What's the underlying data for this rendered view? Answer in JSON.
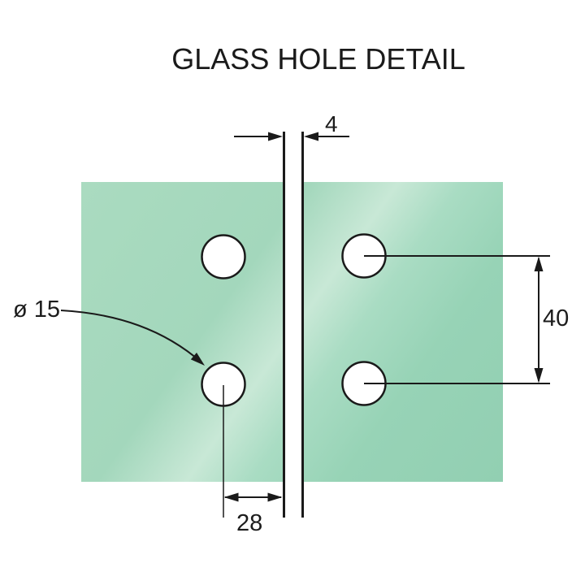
{
  "title": "GLASS HOLE DETAIL",
  "diagram": {
    "type": "technical-drawing",
    "subject": "glass panel hole placement detail",
    "dimensions": {
      "gap_between_panels": "4",
      "hole_vertical_spacing": "40",
      "hole_edge_distance": "28",
      "hole_diameter": "ø 15"
    },
    "colors": {
      "glass_green": "#a3d7bc",
      "glass_green_highlight": "#c8e8d6",
      "glass_green_dark": "#93d0b3",
      "line_color": "#1a1a1a",
      "background": "#ffffff",
      "hole_fill": "#ffffff"
    }
  }
}
